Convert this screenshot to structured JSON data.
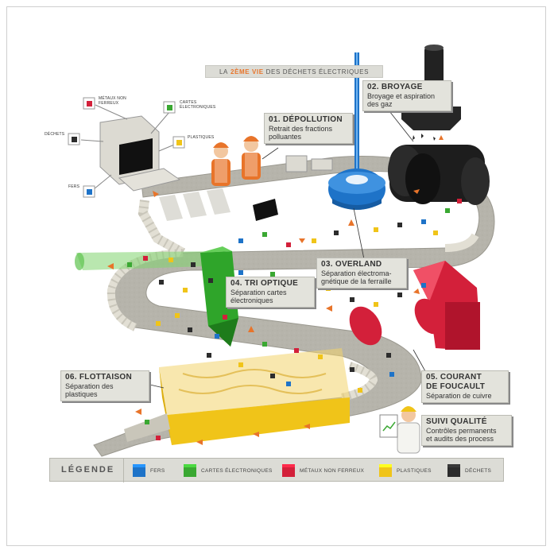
{
  "title": {
    "prefix": "LA",
    "highlight": "2ÈME VIE",
    "suffix": "DES DÉCHETS ÉLECTRIQUES"
  },
  "computer_labels": {
    "metaux": "MÉTAUX NON FERREUX",
    "cartes": "CARTES ÉLECTRONIQUES",
    "dechets": "DÉCHETS",
    "plastiques": "PLASTIQUES",
    "fers": "FERS"
  },
  "steps": [
    {
      "title": "01. DÉPOLLUTION",
      "desc": [
        "Retrait des fractions",
        "polluantes"
      ]
    },
    {
      "title": "02. BROYAGE",
      "desc": [
        "Broyage et aspiration",
        "des gaz"
      ]
    },
    {
      "title": "03. OVERLAND",
      "desc": [
        "Séparation électroma-",
        "gnétique de la ferraille"
      ]
    },
    {
      "title": "04. TRI OPTIQUE",
      "desc": [
        "Séparation cartes",
        "électroniques"
      ]
    },
    {
      "title": "05. COURANT",
      "title2": "DE FOUCAULT",
      "desc": [
        "Séparation de cuivre"
      ]
    },
    {
      "title": "06. FLOTTAISON",
      "desc": [
        "Séparation des",
        "plastiques"
      ]
    },
    {
      "title": "SUIVI QUALITÉ",
      "desc": [
        "Contrôles permanents",
        "et audits des process"
      ]
    }
  ],
  "legend": {
    "title": "LÉGENDE",
    "items": [
      {
        "label": "FERS",
        "color": "#1e73c8"
      },
      {
        "label": "CARTES ÉLECTRONIQUES",
        "color": "#3aa832"
      },
      {
        "label": "MÉTAUX NON FERREUX",
        "color": "#d3203a"
      },
      {
        "label": "PLASTIQUES",
        "color": "#f0c419"
      },
      {
        "label": "DÉCHETS",
        "color": "#2c2c2c"
      }
    ]
  },
  "colors": {
    "accent": "#e8742a",
    "belt": "#b9b7ae",
    "belt_edge": "#e4e1d6",
    "fer": "#1e73c8",
    "carte": "#3aa832",
    "metal": "#d3203a",
    "plastique": "#f0c419",
    "dechet": "#2c2c2c"
  }
}
